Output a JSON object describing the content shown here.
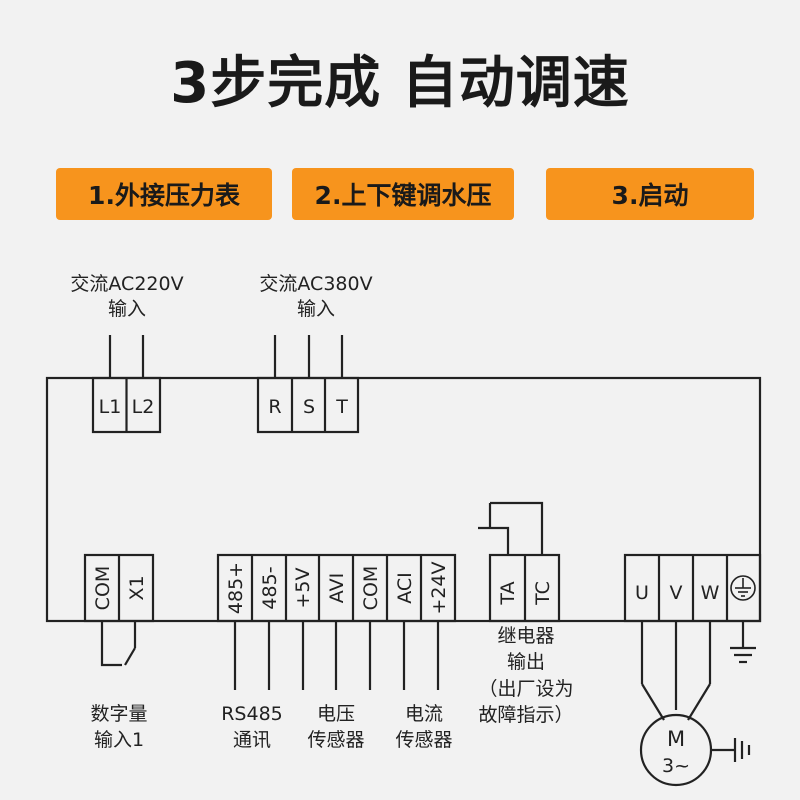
{
  "title": "3步完成 自动调速",
  "steps": [
    "1.外接压力表",
    "2.上下键调水压",
    "3.启动"
  ],
  "accent_color": "#f7941d",
  "inputs": {
    "ac220_line1": "交流AC220V",
    "ac220_line2": "输入",
    "ac380_line1": "交流AC380V",
    "ac380_line2": "输入"
  },
  "terminals": {
    "top_ac220": [
      "L1",
      "L2"
    ],
    "top_ac380": [
      "R",
      "S",
      "T"
    ],
    "digital": [
      "COM",
      "X1"
    ],
    "rs485": [
      "485+",
      "485-"
    ],
    "voltage": [
      "+5V",
      "AVI",
      "COM"
    ],
    "current": [
      "ACI",
      "+24V"
    ],
    "relay": [
      "TA",
      "TC"
    ],
    "motor": [
      "U",
      "V",
      "W"
    ]
  },
  "captions": {
    "digital_1": "数字量",
    "digital_2": "输入1",
    "rs485_1": "RS485",
    "rs485_2": "通讯",
    "voltage_1": "电压",
    "voltage_2": "传感器",
    "current_1": "电流",
    "current_2": "传感器",
    "relay_1": "继电器",
    "relay_2": "输出",
    "relay_3": "（出厂设为",
    "relay_4": "故障指示）"
  },
  "motor": {
    "label_1": "M",
    "label_2": "3~"
  },
  "icons": {
    "ground": "ground-icon"
  }
}
